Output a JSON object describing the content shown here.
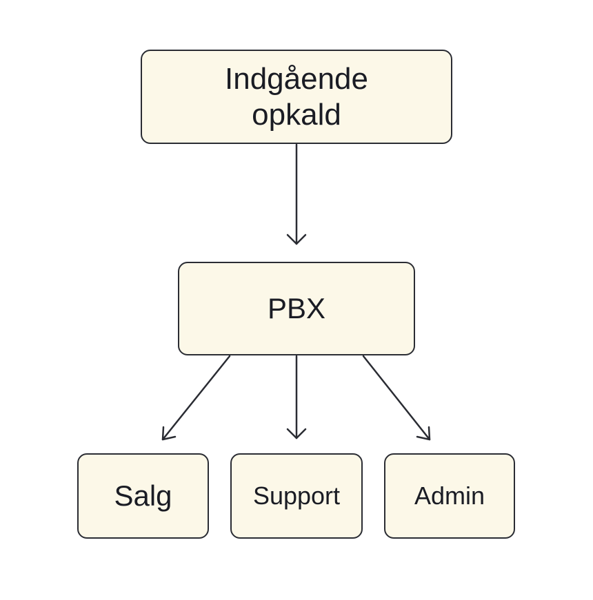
{
  "diagram": {
    "type": "flowchart",
    "colors": {
      "node_fill": "#fcf8e8",
      "node_border": "#2a2c33",
      "text": "#1a1c24",
      "edge": "#2a2c33"
    },
    "nodes": {
      "incoming": {
        "label": "Indgående opkald"
      },
      "pbx": {
        "label": "PBX"
      },
      "salg": {
        "label": "Salg"
      },
      "support": {
        "label": "Support"
      },
      "admin": {
        "label": "Admin"
      }
    },
    "edges": [
      {
        "from": "Indgående opkald",
        "to": "PBX"
      },
      {
        "from": "PBX",
        "to": "Salg"
      },
      {
        "from": "PBX",
        "to": "Support"
      },
      {
        "from": "PBX",
        "to": "Admin"
      }
    ]
  }
}
